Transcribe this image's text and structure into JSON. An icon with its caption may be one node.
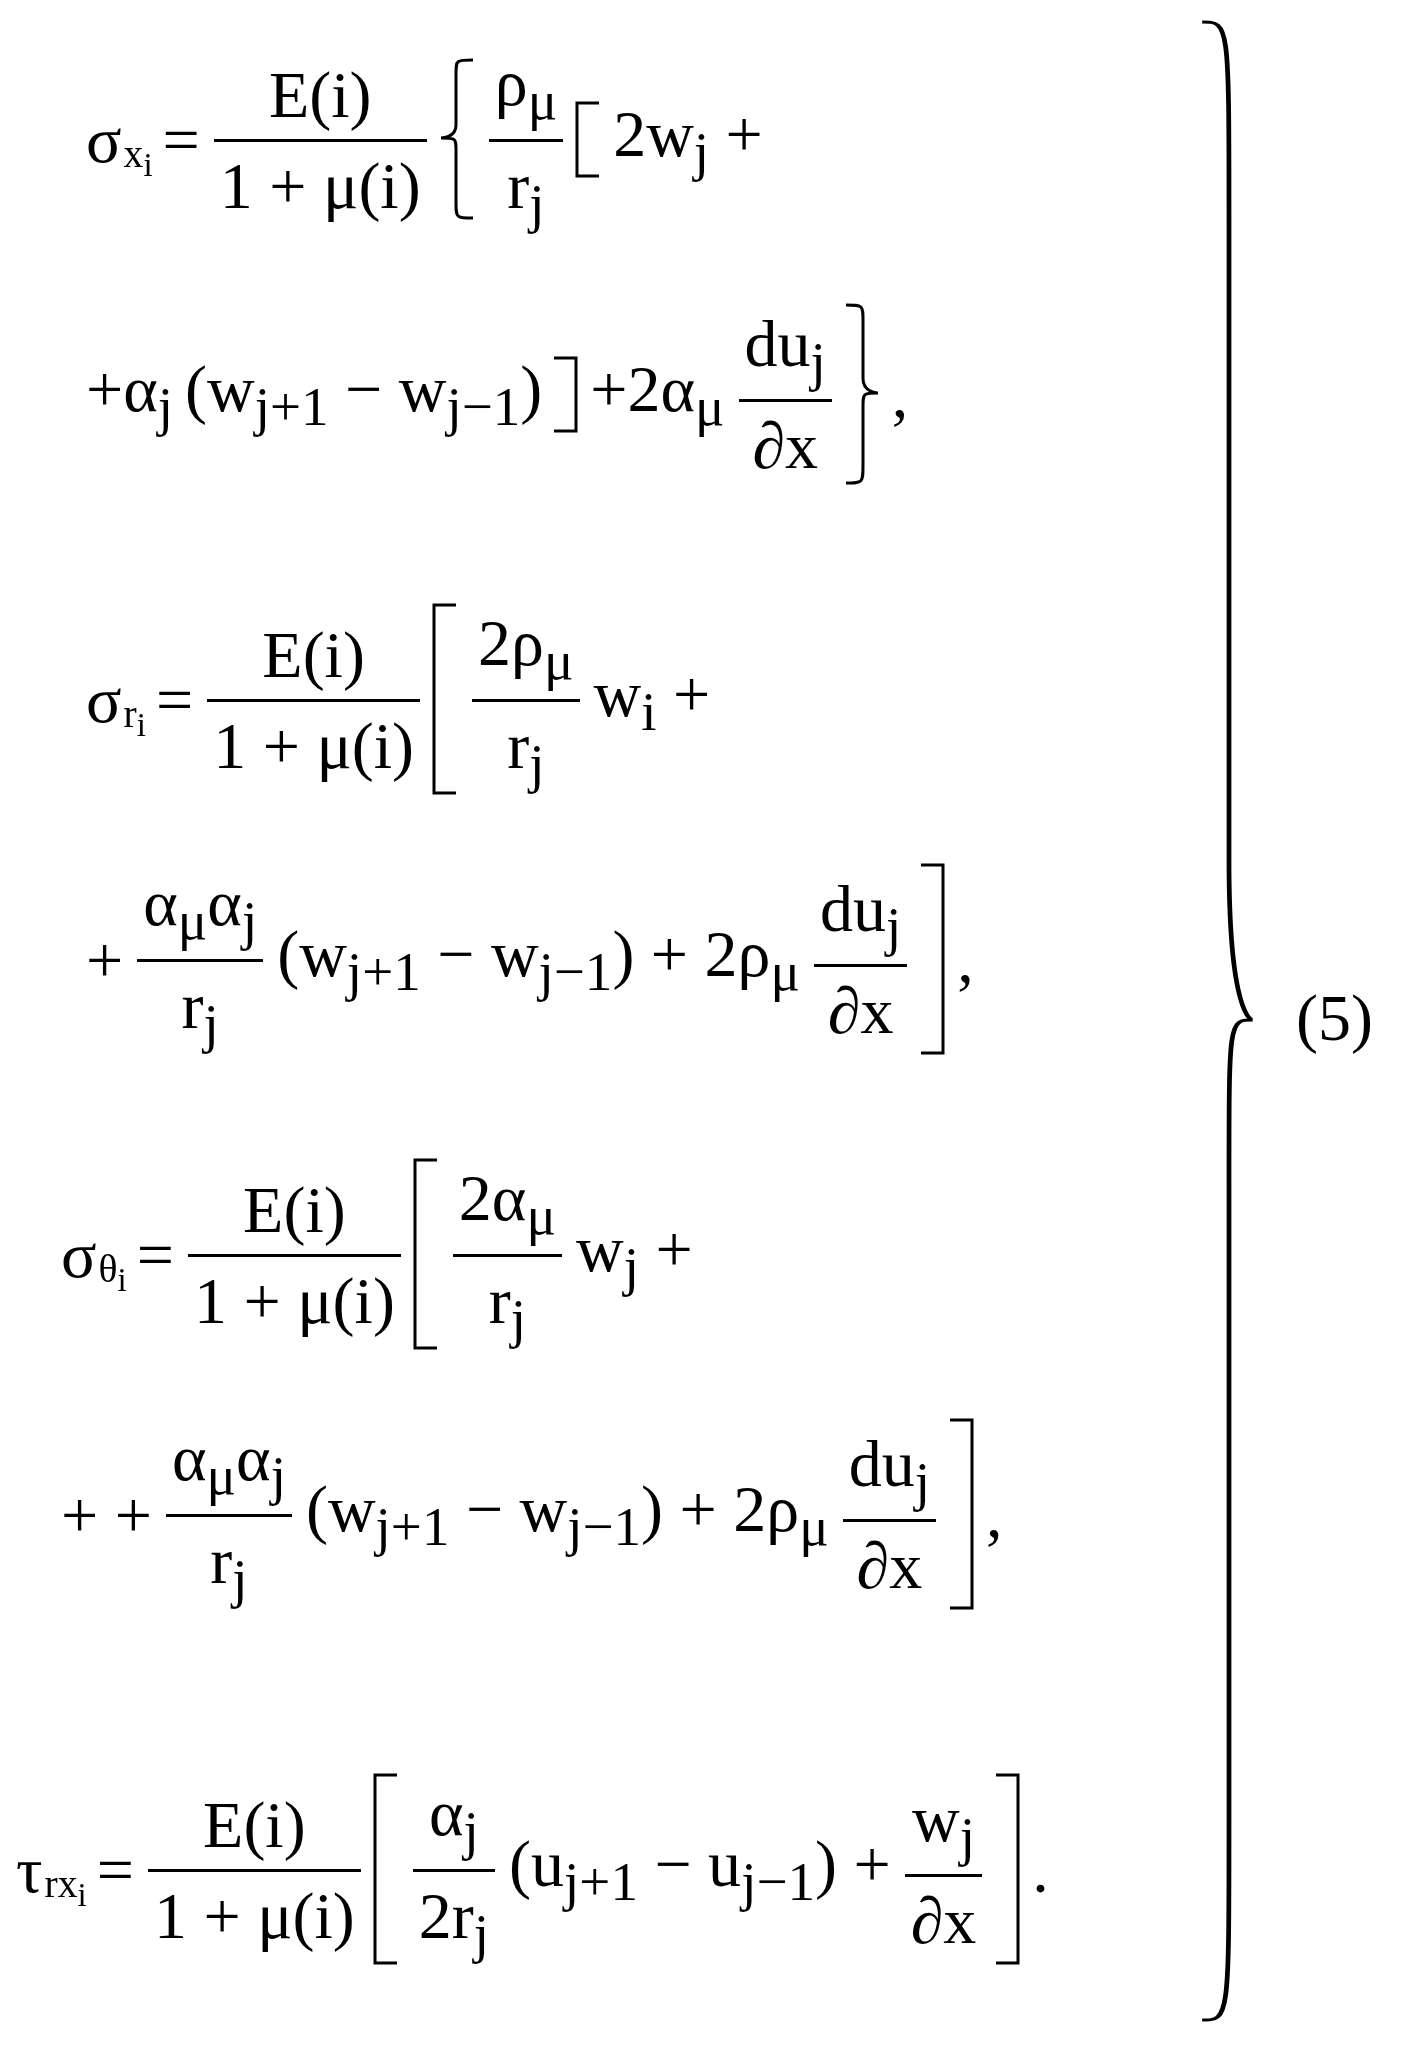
{
  "diagram": {
    "labels": [
      "σ",
      "x$_{i}$",
      "=",
      "E(i)",
      "1 + μ(i)",
      "ρ$_{μ}$",
      "r$_{j}$",
      "2w$_{j}$ +",
      "+α$_{j}$",
      "(w$_{j+1}$ − w$_{j−1}$)",
      "+2α$_{μ}$",
      "du$_{j}$",
      "∂x",
      ",",
      "σ",
      "r$_{i}$",
      "=",
      "E(i)",
      "1 + μ(i)",
      "2ρ$_{μ}$",
      "r$_{j}$",
      "w$_{i}$ +",
      "+",
      "α$_{μ}$α$_{j}$",
      "r$_{j}$",
      "(w$_{j+1}$ − w$_{j−1}$) + 2ρ$_{μ}$",
      "du$_{j}$",
      "∂x",
      ",",
      "σ",
      "θ$_{i}$",
      "=",
      "E(i)",
      "1 + μ(i)",
      "2α$_{μ}$",
      "r$_{j}$",
      "w$_{j}$ +",
      "+ +",
      "α$_{μ}$α$_{j}$",
      "r$_{j}$",
      "(w$_{j+1}$ − w$_{j−1}$) + 2ρ$_{μ}$",
      "du$_{j}$",
      "∂x",
      ",",
      "τ",
      "rx$_{i}$",
      "=",
      "E(i)",
      "1 + μ(i)",
      "α$_{j}$",
      "2r$_{j}$",
      "(u$_{j+1}$ − u$_{j−1}$) +",
      "w$_{j}$",
      "∂x",
      ".",
      "(5)"
    ]
  }
}
